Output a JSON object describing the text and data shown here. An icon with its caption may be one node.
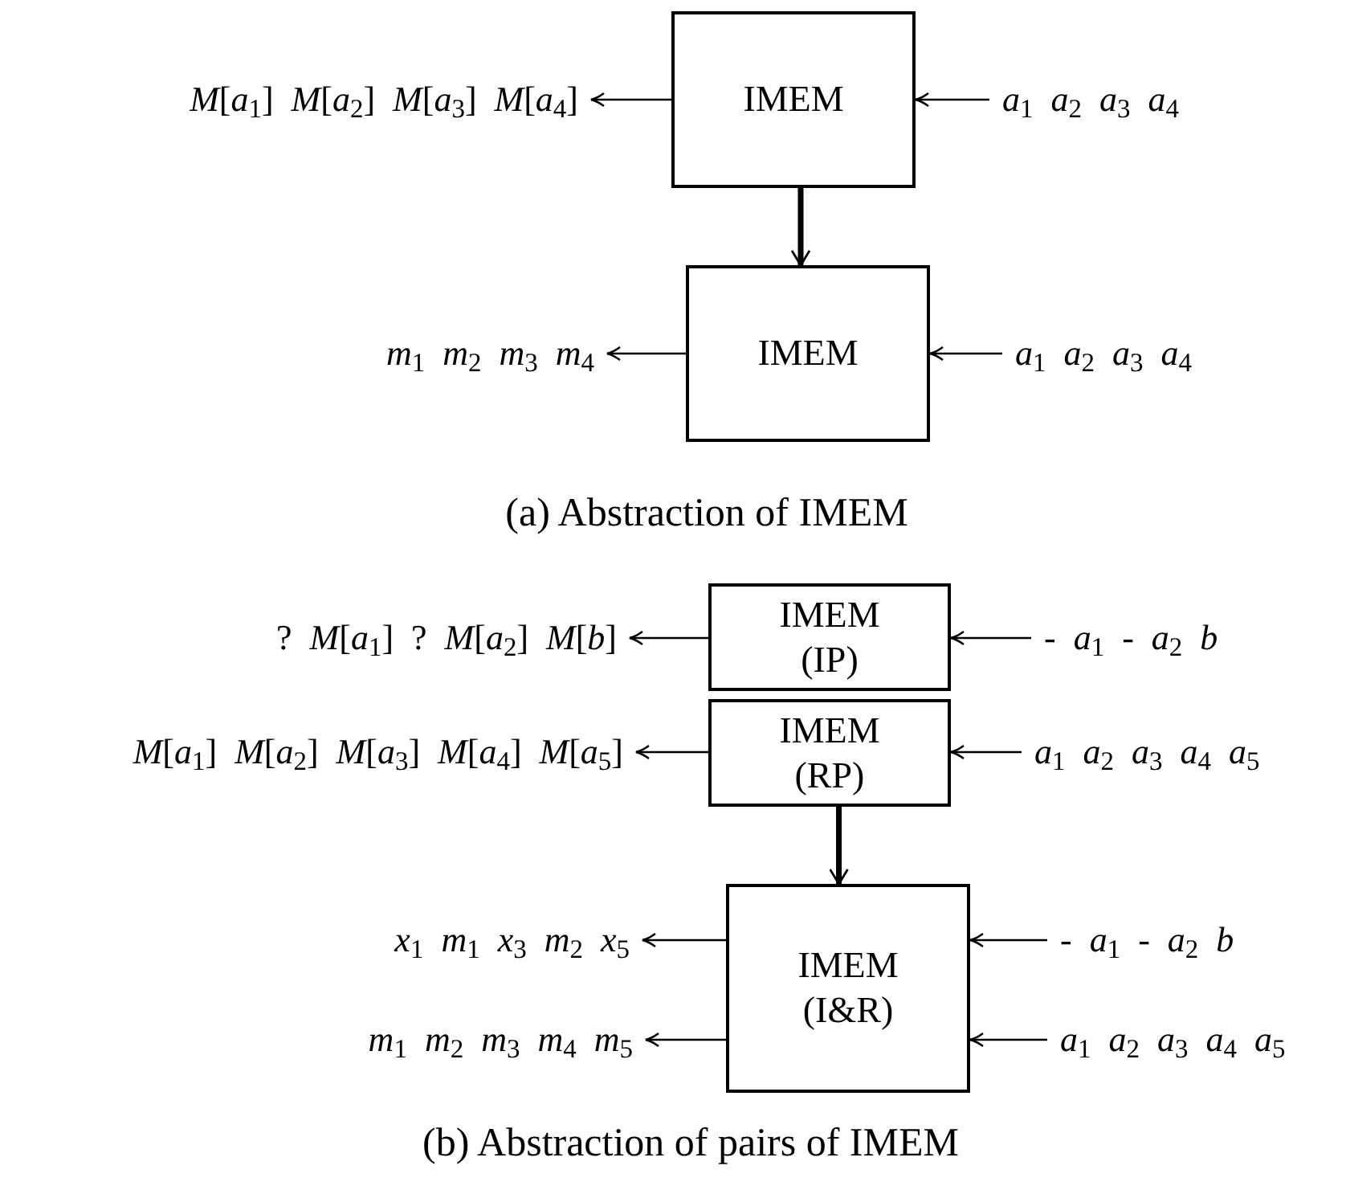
{
  "diagram": {
    "nodes": [
      {
        "text": [
          "IMEM"
        ]
      },
      {
        "text": [
          "*M*[*a*$_{1}$] *M*[*a*$_{2}$] *M*[*a*$_{3}$] *M*[*a*$_{4}$]"
        ]
      },
      {
        "text": [
          "*a*$_{1}$ *a*$_{2}$ *a*$_{3}$ *a*$_{4}$"
        ]
      },
      {
        "text": [
          "IMEM"
        ]
      },
      {
        "text": [
          "*m*$_{1}$ *m*$_{2}$ *m*$_{3}$ *m*$_{4}$"
        ]
      },
      {
        "text": [
          "*a*$_{1}$ *a*$_{2}$ *a*$_{3}$ *a*$_{4}$"
        ]
      },
      {
        "text": [
          "IMEM",
          "(IP)"
        ]
      },
      {
        "text": [
          "? *M*[*a*$_{1}$] ? *M*[*a*$_{2}$] *M*[*b*]"
        ]
      },
      {
        "text": [
          "- *a*$_{1}$ - *a*$_{2}$ *b*"
        ]
      },
      {
        "text": [
          "IMEM",
          "(RP)"
        ]
      },
      {
        "text": [
          "*M*[*a*$_{1}$] *M*[*a*$_{2}$] *M*[*a*$_{3}$] *M*[*a*$_{4}$] *M*[*a*$_{5}$]"
        ]
      },
      {
        "text": [
          "*a*$_{1}$ *a*$_{2}$ *a*$_{3}$ *a*$_{4}$ *a*$_{5}$"
        ]
      },
      {
        "text": [
          "IMEM",
          "(I&R)"
        ]
      },
      {
        "text": [
          "*x*$_{1}$ *m*$_{1}$ *x*$_{3}$ *m*$_{2}$ *x*$_{5}$"
        ]
      },
      {
        "text": [
          "*m*$_{1}$ *m*$_{2}$ *m*$_{3}$ *m*$_{4}$ *m*$_{5}$"
        ]
      },
      {
        "text": [
          "- *a*$_{1}$ - *a*$_{2}$ *b*"
        ]
      },
      {
        "text": [
          "*a*$_{1}$ *a*$_{2}$ *a*$_{3}$ *a*$_{4}$ *a*$_{5}$"
        ]
      }
    ],
    "edges": [
      {
        "from": 2,
        "to": 0,
        "arrow": "to"
      },
      {
        "from": 0,
        "to": 1,
        "arrow": "to"
      },
      {
        "from": 0,
        "to": 3,
        "arrow": "to",
        "style": "thick"
      },
      {
        "from": 5,
        "to": 3,
        "arrow": "to"
      },
      {
        "from": 3,
        "to": 4,
        "arrow": "to"
      },
      {
        "from": 8,
        "to": 6,
        "arrow": "to"
      },
      {
        "from": 6,
        "to": 7,
        "arrow": "to"
      },
      {
        "from": 11,
        "to": 9,
        "arrow": "to"
      },
      {
        "from": 9,
        "to": 10,
        "arrow": "to"
      },
      {
        "from": 9,
        "to": 12,
        "arrow": "to",
        "style": "thick"
      },
      {
        "from": 15,
        "to": 12,
        "arrow": "to"
      },
      {
        "from": 12,
        "to": 13,
        "arrow": "to"
      },
      {
        "from": 16,
        "to": 12,
        "arrow": "to"
      },
      {
        "from": 12,
        "to": 14,
        "arrow": "to"
      }
    ],
    "labels": [
      "(a) Abstraction of IMEM",
      "(b) Abstraction of pairs of IMEM"
    ]
  }
}
